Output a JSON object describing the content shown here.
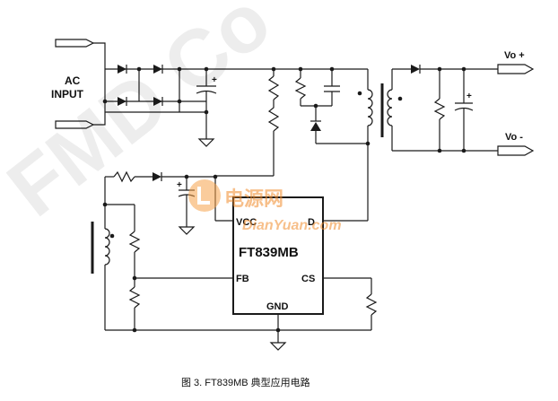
{
  "labels": {
    "ac_input_line1": "AC",
    "ac_input_line2": "INPUT",
    "vo_plus": "Vo +",
    "vo_minus": "Vo -",
    "chip_name": "FT839MB",
    "pin_vcc": "VCC",
    "pin_d": "D",
    "pin_fb": "FB",
    "pin_cs": "CS",
    "pin_gnd": "GND",
    "cap_plus": "+",
    "caption": "图 3. FT839MB 典型应用电路"
  },
  "watermarks": {
    "diagonal": "FMD Co",
    "site_cn": "电源网",
    "site_url": "DianYuan.com"
  },
  "colors": {
    "line": "#1a1a1a",
    "watermark_gray": "#d8d8d8",
    "watermark_orange": "#f5a24a"
  }
}
